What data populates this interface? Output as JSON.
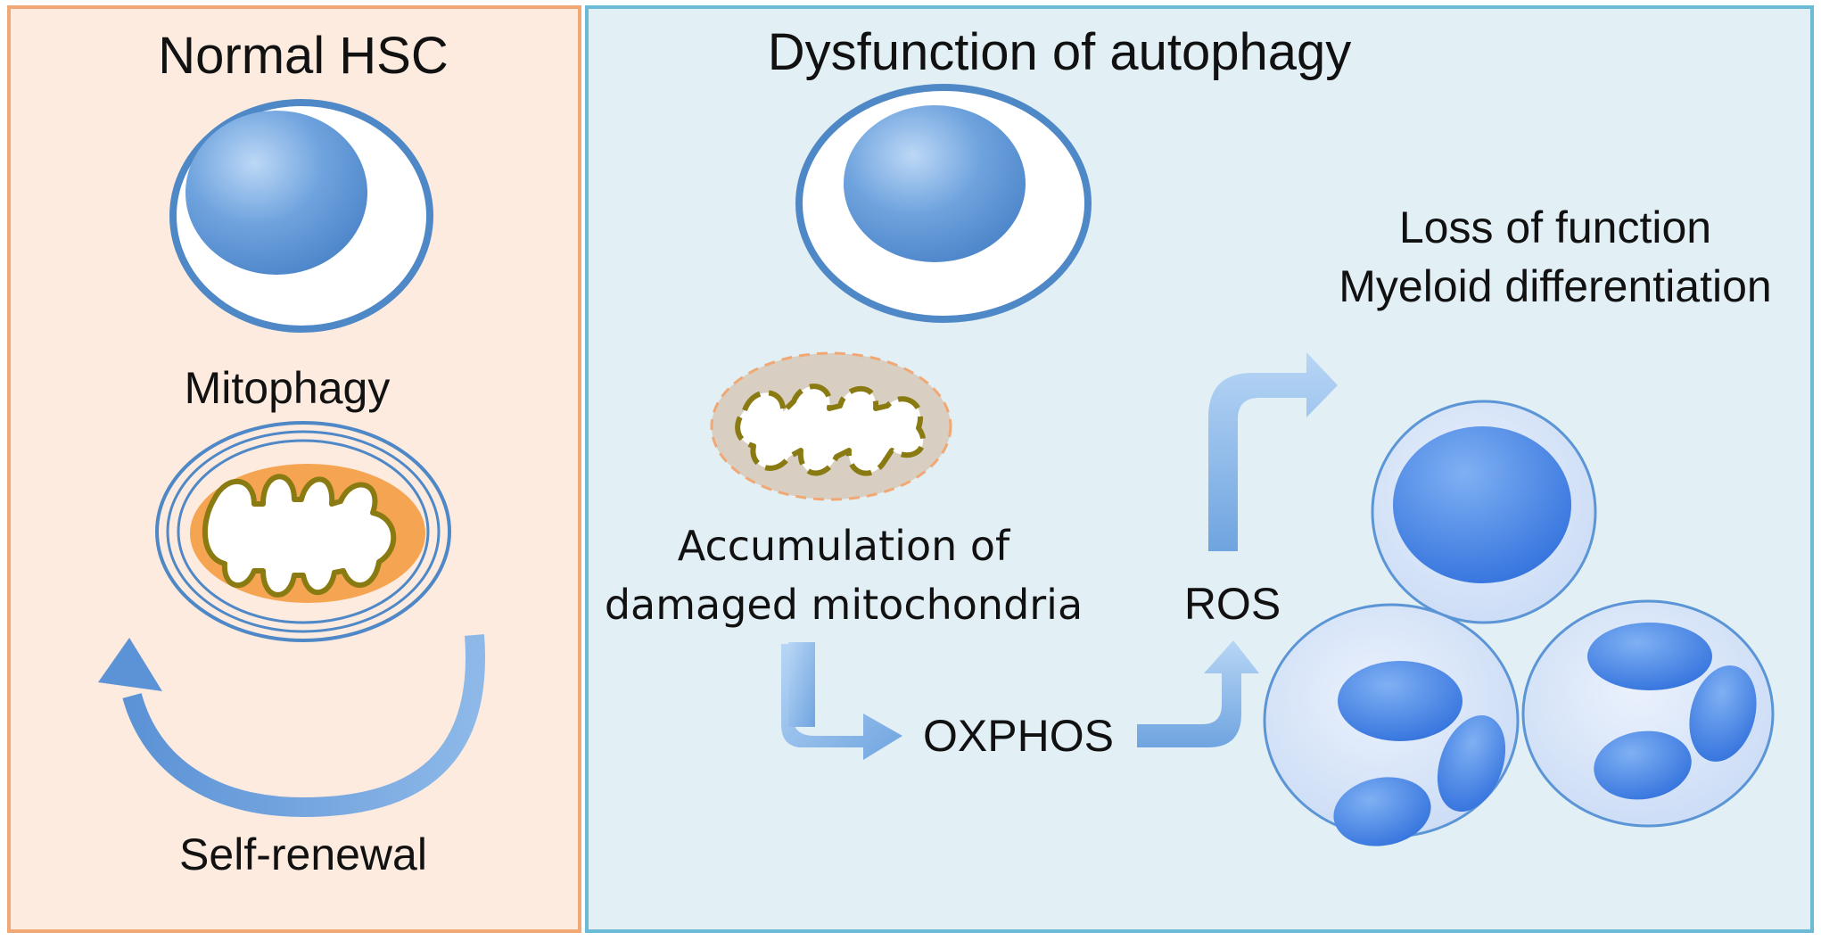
{
  "left_panel": {
    "title": "Normal HSC",
    "mitophagy_label": "Mitophagy",
    "self_renewal_label": "Self-renewal",
    "background_color": "#fdebe0",
    "border_color": "#f0a874"
  },
  "right_panel": {
    "title": "Dysfunction of autophagy",
    "accumulation_label_line1": "Accumulation of",
    "accumulation_label_line2": "damaged mitochondria",
    "oxphos_label": "OXPHOS",
    "ros_label": "ROS",
    "outcome_line1": "Loss of function",
    "outcome_line2": "Myeloid differentiation",
    "background_color": "#e2eff5",
    "border_color": "#6bbad6"
  },
  "colors": {
    "nucleus_blue": "#5b95d6",
    "cell_outline": "#4f88c6",
    "mitochondrion_orange": "#f5a551",
    "crista_olive": "#8a7a12",
    "damaged_fill": "#d8cfc2",
    "arrow_blue": "#7fb0e6",
    "myeloid_nucleus": "#3f7fe3",
    "myeloid_cell": "#d4e2f7"
  }
}
